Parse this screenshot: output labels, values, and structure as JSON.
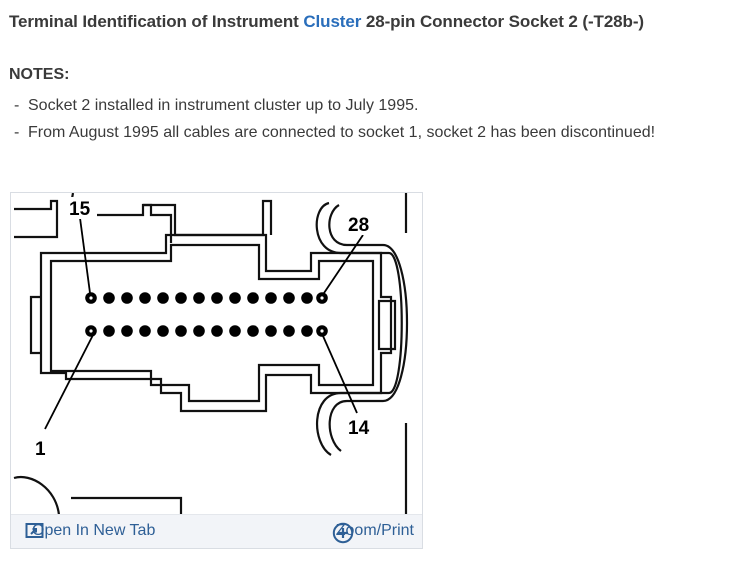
{
  "title": {
    "prefix": "Terminal Identification of Instrument ",
    "link": "Cluster",
    "suffix": " 28-pin Connector Socket 2 (-T28b-)"
  },
  "notes": {
    "heading": "NOTES:",
    "items": [
      "Socket 2 installed in instrument cluster up to July 1995.",
      "From August 1995 all cables are connected to socket 1, socket 2 has been discontinued!"
    ]
  },
  "diagram": {
    "labels": {
      "pin15": "15",
      "pin28": "28",
      "pin1": "1",
      "pin14": "14"
    }
  },
  "toolbar": {
    "open_tab": "Open In New Tab",
    "zoom_print": "Zoom/Print",
    "open_icon": "open-new-tab-icon",
    "zoom_icon": "plus-circle-icon"
  },
  "colors": {
    "link": "#2a6ebb",
    "toolbar_text": "#2e5f96",
    "toolbar_bg": "#f2f4f8"
  }
}
